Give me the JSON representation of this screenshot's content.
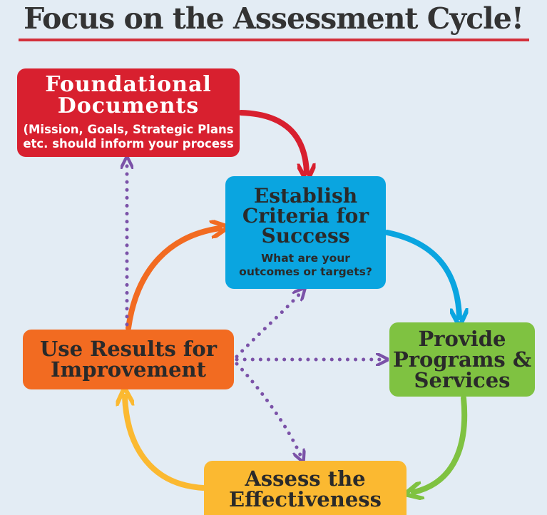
{
  "title": "Focus on the Assessment Cycle!",
  "colors": {
    "title_rule": "#d32f3a",
    "background": "#e3ecf4",
    "foundational": "#d8202f",
    "criteria": "#0aa5e0",
    "programs": "#7fc241",
    "results": "#f26b21",
    "assess": "#fbb931",
    "dotted": "#7b52a8"
  },
  "nodes": {
    "foundational": {
      "title_line1": "Foundational",
      "title_line2": "Documents",
      "subtitle_line1": "(Mission, Goals, Strategic Plans",
      "subtitle_line2": "etc. should inform your process"
    },
    "criteria": {
      "title_line1": "Establish",
      "title_line2": "Criteria for",
      "title_line3": "Success",
      "subtitle_line1": "What are your",
      "subtitle_line2": "outcomes or targets?"
    },
    "programs": {
      "title_line1": "Provide",
      "title_line2": "Programs &",
      "title_line3": "Services"
    },
    "results": {
      "title_line1": "Use Results for",
      "title_line2": "Improvement"
    },
    "assess": {
      "title_line1": "Assess the",
      "title_line2": "Effectiveness"
    }
  }
}
